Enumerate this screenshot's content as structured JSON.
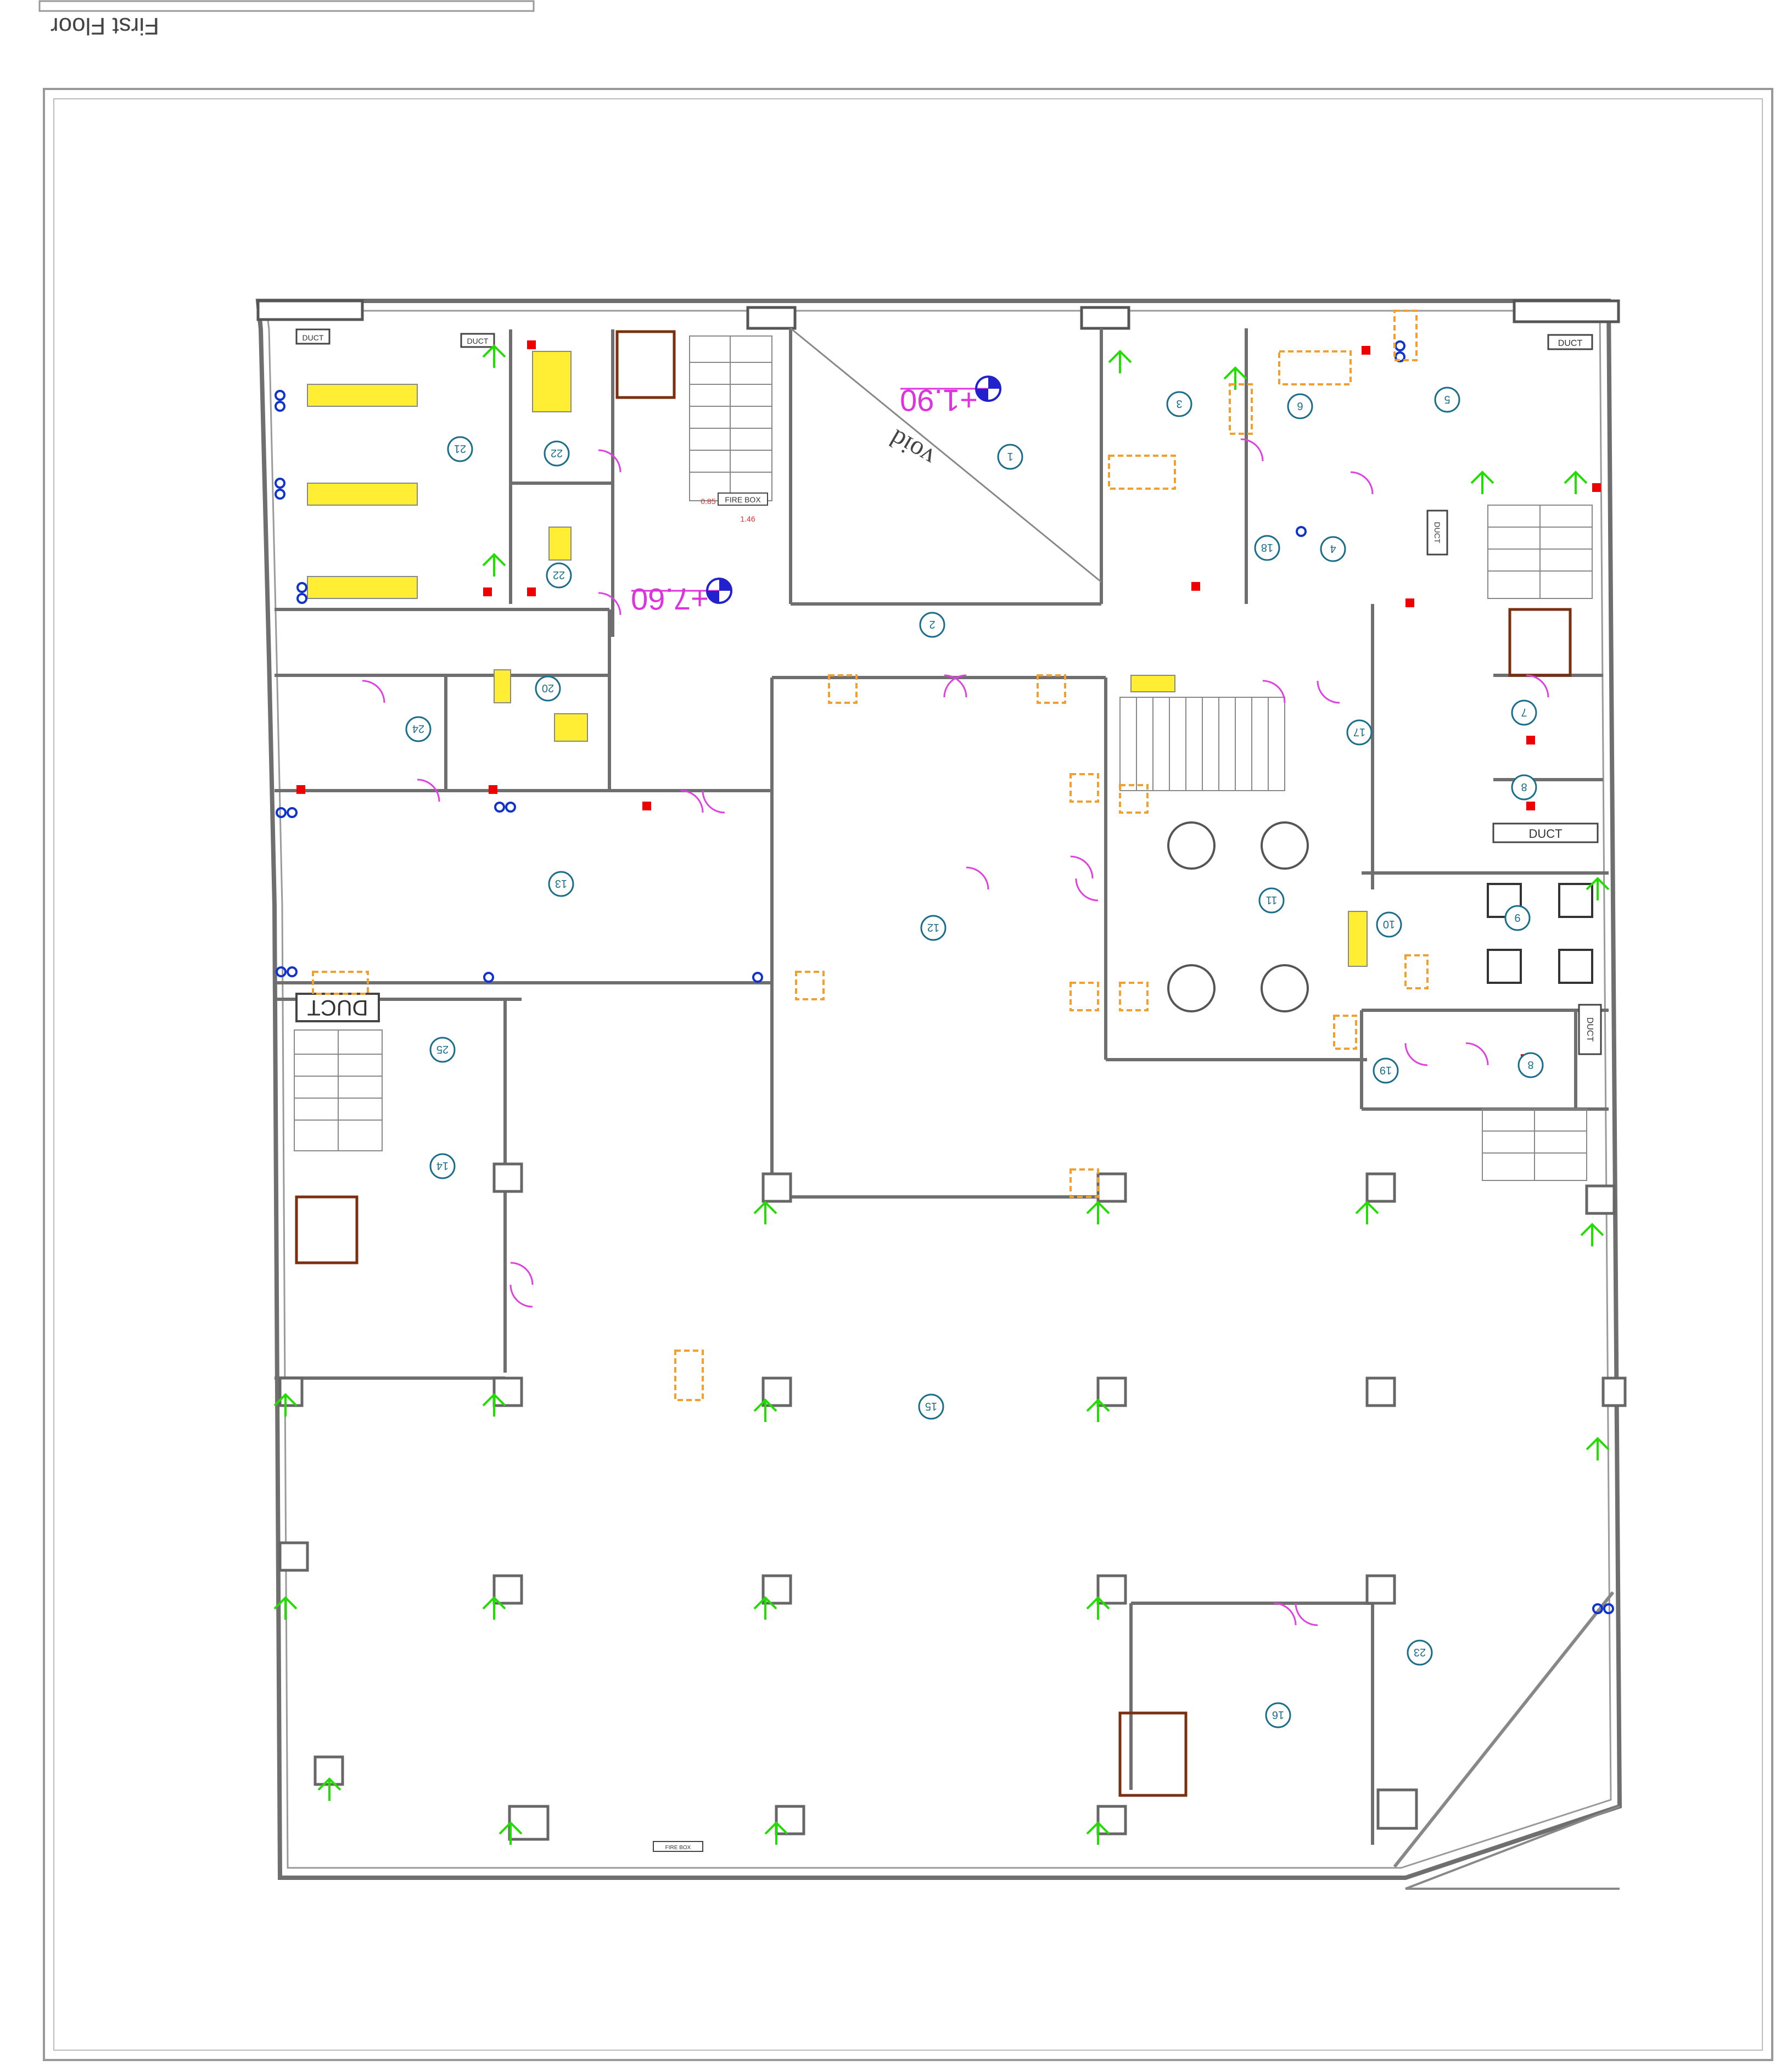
{
  "sheet": {
    "title": "First Floor"
  },
  "plan": {
    "void_label": "void",
    "level_a": "+1.90",
    "level_b": "+7.60",
    "firebox_labels": [
      "FIRE BOX",
      "FIRE BOX"
    ],
    "duct_labels": [
      "DUCT",
      "DUCT",
      "DUCT",
      "DUCT",
      "DUCT",
      "DUCT",
      "DUCT"
    ],
    "dims": [
      "1.46",
      "0.85"
    ],
    "rooms": [
      {
        "id": "1"
      },
      {
        "id": "2"
      },
      {
        "id": "3"
      },
      {
        "id": "4"
      },
      {
        "id": "5"
      },
      {
        "id": "6"
      },
      {
        "id": "7"
      },
      {
        "id": "8"
      },
      {
        "id": "8b",
        "num": "8"
      },
      {
        "id": "9"
      },
      {
        "id": "10"
      },
      {
        "id": "11"
      },
      {
        "id": "12"
      },
      {
        "id": "13"
      },
      {
        "id": "14"
      },
      {
        "id": "15"
      },
      {
        "id": "16"
      },
      {
        "id": "17"
      },
      {
        "id": "18"
      },
      {
        "id": "19"
      },
      {
        "id": "20"
      },
      {
        "id": "21"
      },
      {
        "id": "22"
      },
      {
        "id": "22b",
        "num": "22"
      },
      {
        "id": "23"
      },
      {
        "id": "24"
      },
      {
        "id": "25"
      }
    ]
  },
  "colors": {
    "wall": "#6f6f6f",
    "room_circle": "#1a6e8a",
    "door": "#e040e0",
    "plant": "#22dd00",
    "fire": "#ee0000",
    "sensor": "#1133cc",
    "orange": "#f0a030",
    "yellow": "#ffee33"
  }
}
